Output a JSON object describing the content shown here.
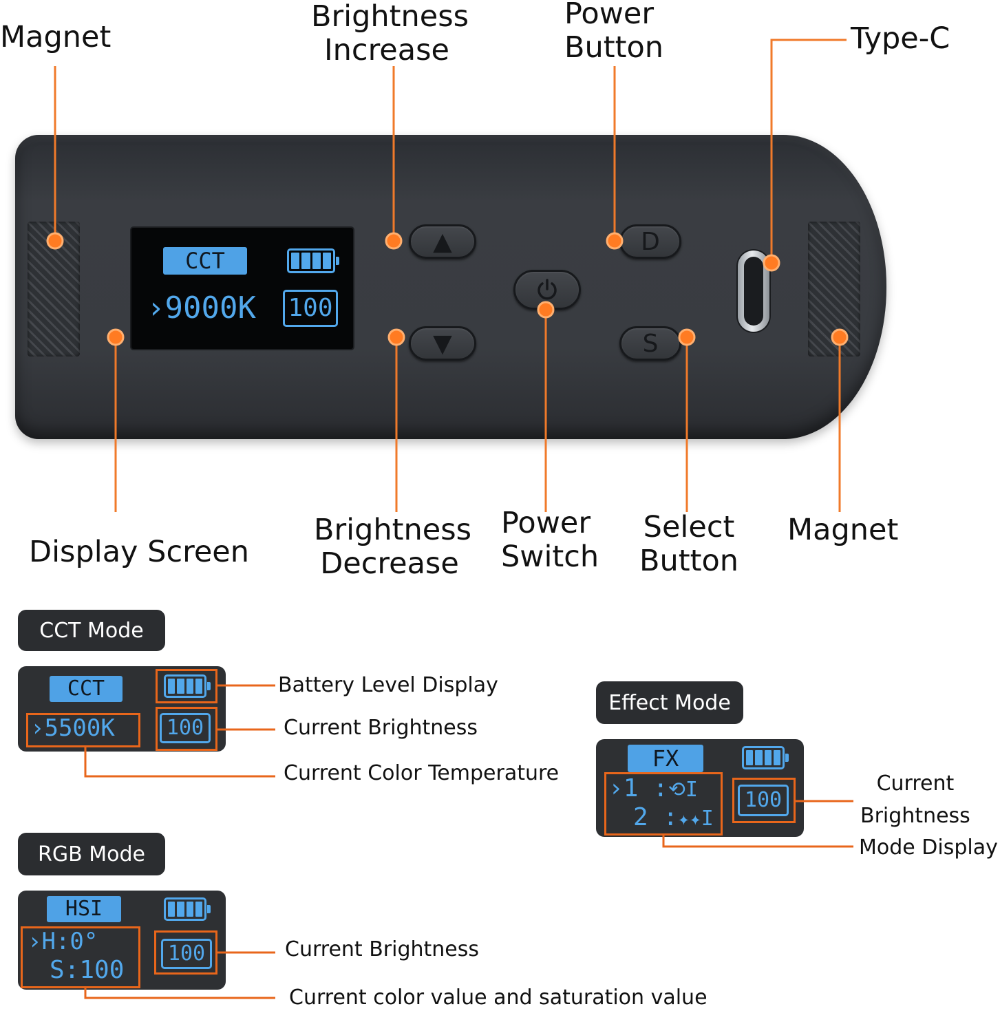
{
  "labels": {
    "magnet_left": "Magnet",
    "brightness_increase": [
      "Brightness",
      "Increase"
    ],
    "power_button": [
      "Power",
      "Button"
    ],
    "type_c": "Type-C",
    "display_screen": "Display Screen",
    "brightness_decrease": [
      "Brightness",
      "Decrease"
    ],
    "power_switch": [
      "Power",
      "Switch"
    ],
    "select_button": [
      "Select",
      "Button"
    ],
    "magnet_right": "Magnet"
  },
  "device_screen": {
    "mode": "CCT",
    "value": "9000K",
    "brightness": "100"
  },
  "buttons": {
    "up": "▲",
    "down": "▼",
    "d": "D",
    "s": "S"
  },
  "cct_mode": {
    "title": "CCT Mode",
    "mode": "CCT",
    "value": "5500K",
    "brightness": "100",
    "notes": {
      "battery": "Battery Level Display",
      "brightness": "Current Brightness",
      "color_temp": "Current Color Temperature"
    }
  },
  "rgb_mode": {
    "title": "RGB Mode",
    "mode": "HSI",
    "hue": "H:0°",
    "sat": "S:100",
    "brightness": "100",
    "notes": {
      "brightness": "Current Brightness",
      "color_value": "Current color value and saturation value"
    }
  },
  "effect_mode": {
    "title": "Effect Mode",
    "mode": "FX",
    "row1": "1 :",
    "row2": "2 :",
    "brightness": "100",
    "notes": {
      "brightness": [
        "Current",
        "Brightness"
      ],
      "mode_display": "Mode Display"
    }
  },
  "colors": {
    "accent": "#e8661b",
    "lcd": "#52a8ec",
    "body": "#393c41"
  },
  "icons": [
    "power-icon",
    "battery-icon",
    "loop-icon",
    "sparkle-icon",
    "chevron-right-icon"
  ]
}
